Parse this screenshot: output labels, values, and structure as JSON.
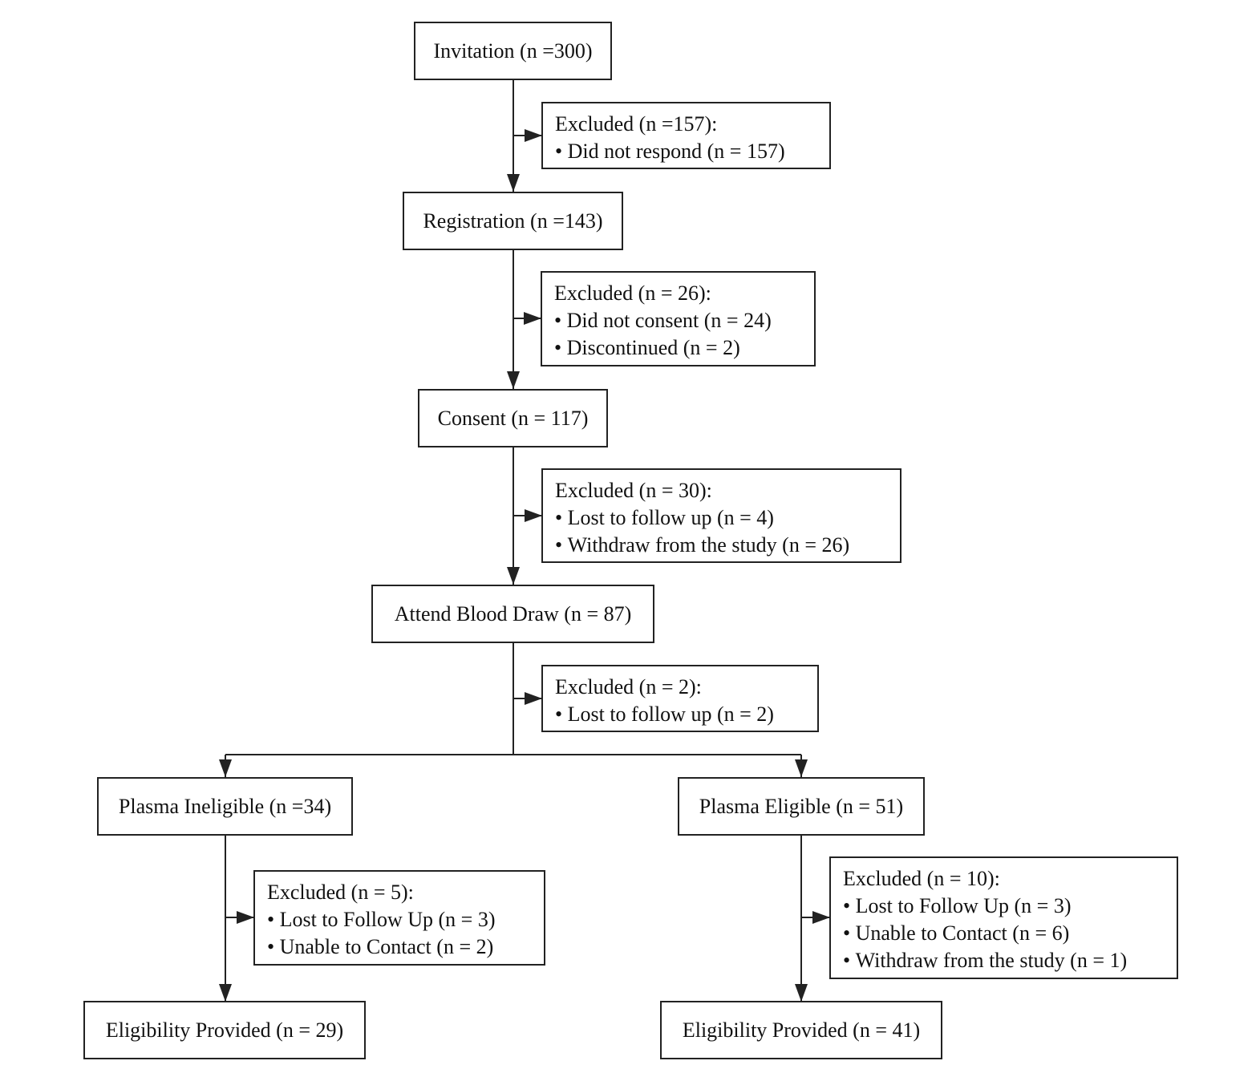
{
  "flowchart": {
    "invitation": "Invitation (n =300)",
    "excluded_1": {
      "title": "Excluded (n =157):",
      "items": [
        "Did not respond (n = 157)"
      ]
    },
    "registration": "Registration (n =143)",
    "excluded_2": {
      "title": "Excluded (n = 26):",
      "items": [
        "Did not consent (n = 24)",
        "Discontinued (n = 2)"
      ]
    },
    "consent": "Consent (n = 117)",
    "excluded_3": {
      "title": "Excluded (n = 30):",
      "items": [
        "Lost to follow up (n = 4)",
        "Withdraw from the study (n = 26)"
      ]
    },
    "blood_draw": "Attend Blood Draw (n = 87)",
    "excluded_4": {
      "title": "Excluded (n = 2):",
      "items": [
        "Lost to follow up (n = 2)"
      ]
    },
    "plasma_ineligible": "Plasma Ineligible (n =34)",
    "plasma_eligible": "Plasma Eligible (n = 51)",
    "excluded_5": {
      "title": "Excluded (n = 5):",
      "items": [
        "Lost to Follow Up (n = 3)",
        "Unable to Contact (n = 2)"
      ]
    },
    "excluded_6": {
      "title": "Excluded (n = 10):",
      "items": [
        "Lost to Follow Up (n = 3)",
        "Unable to Contact (n = 6)",
        "Withdraw from the study (n = 1)"
      ]
    },
    "eligibility_left": "Eligibility Provided (n = 29)",
    "eligibility_right": "Eligibility Provided (n = 41)"
  }
}
